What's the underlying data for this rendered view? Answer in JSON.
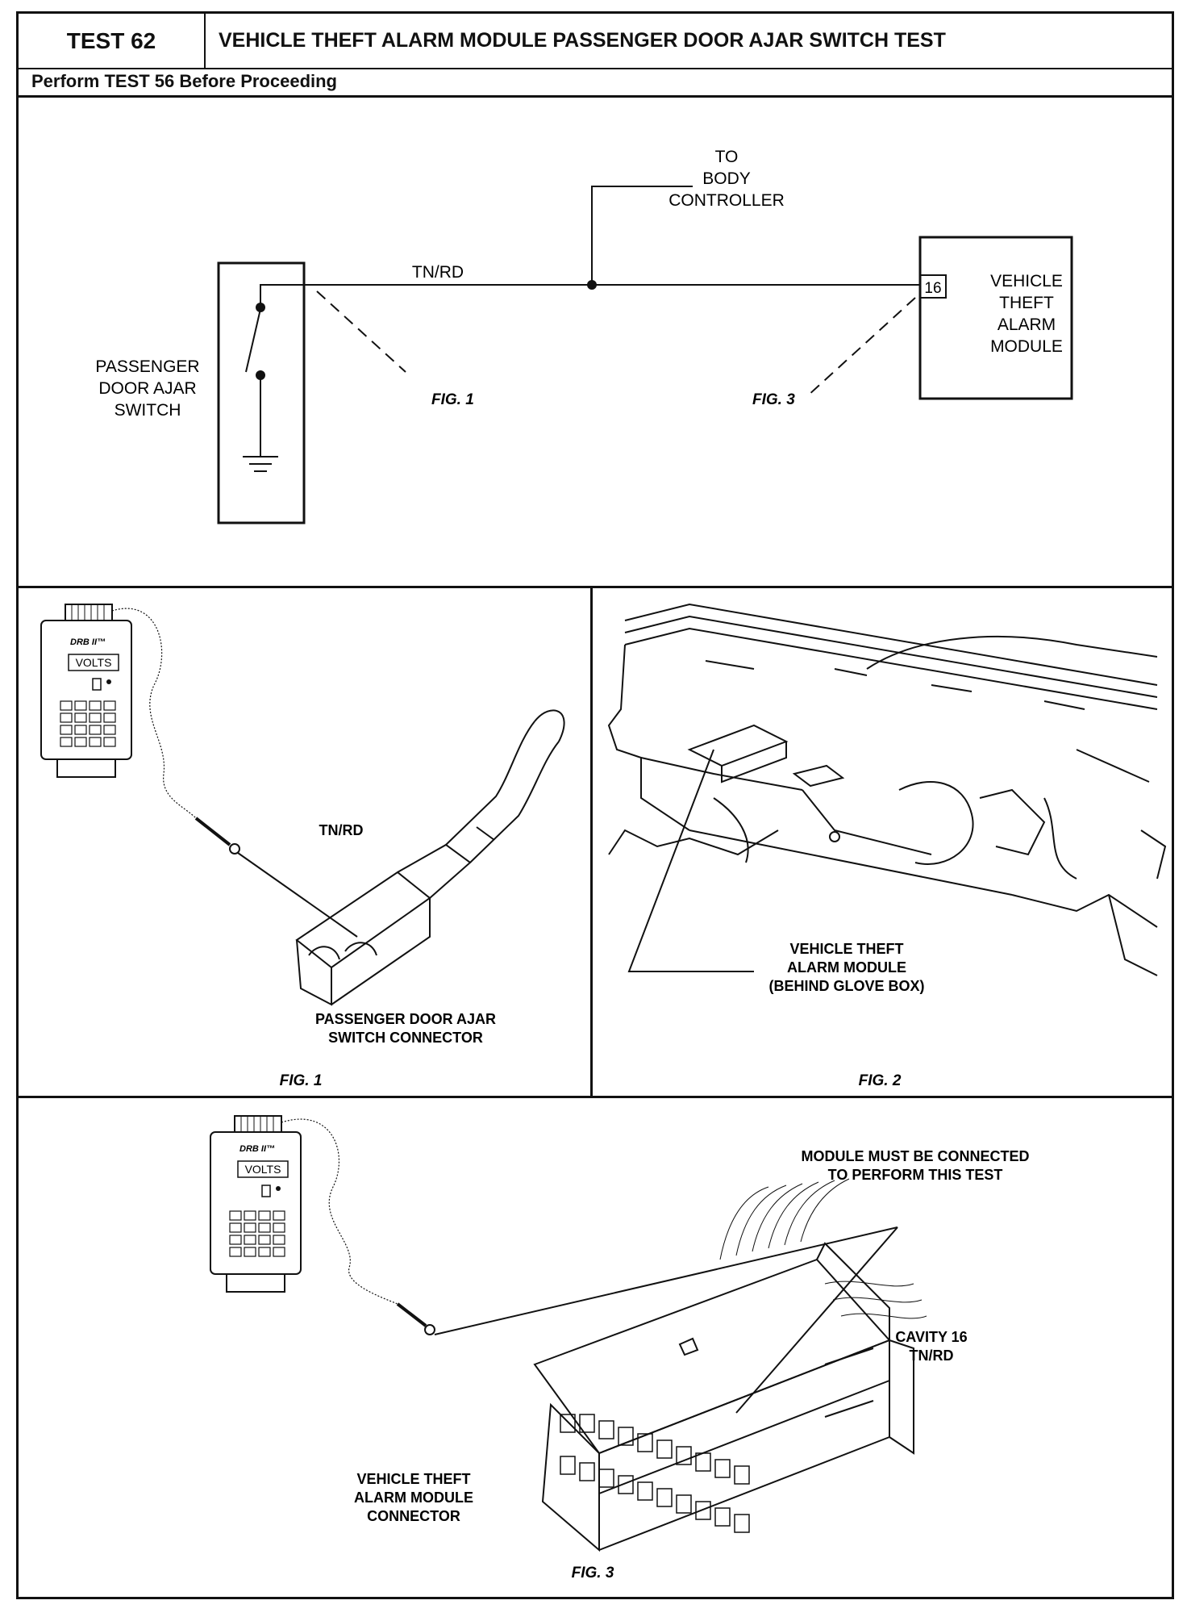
{
  "header": {
    "test_number": "TEST 62",
    "title": "VEHICLE THEFT ALARM MODULE PASSENGER DOOR AJAR SWITCH TEST",
    "prerequisite": "Perform TEST 56 Before Proceeding"
  },
  "schematic": {
    "switch_label": [
      "PASSENGER",
      "DOOR AJAR",
      "SWITCH"
    ],
    "wire_label": "TN/RD",
    "branch_label": [
      "TO",
      "BODY",
      "CONTROLLER"
    ],
    "module_label": [
      "VEHICLE",
      "THEFT",
      "ALARM",
      "MODULE"
    ],
    "pin_number": "16",
    "fig_ref_left": "FIG. 1",
    "fig_ref_right": "FIG. 3"
  },
  "tester": {
    "brand": "DRB II™",
    "display": "VOLTS"
  },
  "fig1": {
    "wire_label": "TN/RD",
    "connector_label": [
      "PASSENGER DOOR AJAR",
      "SWITCH CONNECTOR"
    ],
    "caption": "FIG. 1"
  },
  "fig2": {
    "module_label": [
      "VEHICLE THEFT",
      "ALARM MODULE",
      "(BEHIND GLOVE BOX)"
    ],
    "caption": "FIG. 2"
  },
  "fig3": {
    "note": [
      "MODULE MUST BE CONNECTED",
      "TO PERFORM THIS TEST"
    ],
    "cavity_label": [
      "CAVITY 16",
      "TN/RD"
    ],
    "connector_label": [
      "VEHICLE THEFT",
      "ALARM MODULE",
      "CONNECTOR"
    ],
    "caption": "FIG. 3"
  }
}
